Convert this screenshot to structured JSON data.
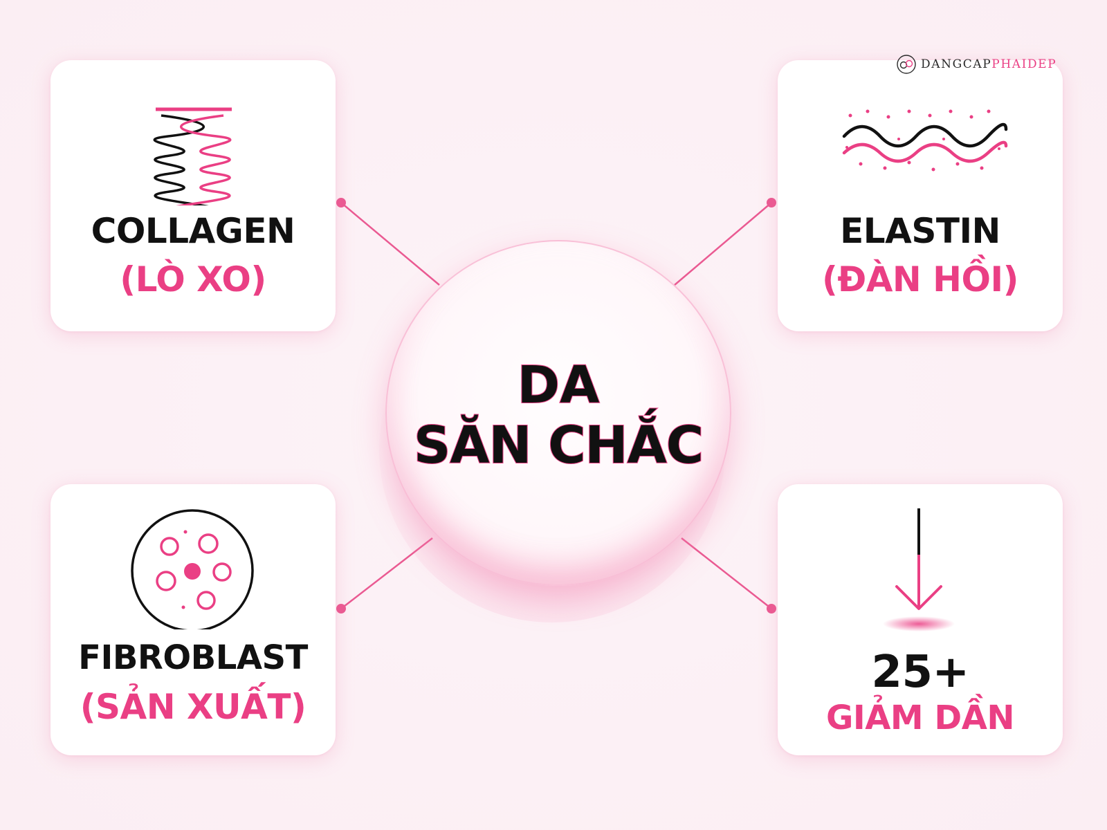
{
  "brand": {
    "logo_part1": "DANGCAP",
    "logo_part2": "PHAIDEP",
    "icon": "infinity-flower-logo-icon"
  },
  "center": {
    "line1": "DA",
    "line2": "SĂN CHẮC"
  },
  "cards": {
    "collagen": {
      "title": "COLLAGEN",
      "subtitle": "(LÒ XO)",
      "icon": "spring-coil-icon"
    },
    "elastin": {
      "title": "ELASTIN",
      "subtitle": "(ĐÀN HỒI)",
      "icon": "elastic-wave-icon"
    },
    "fibroblast": {
      "title": "FIBROBLAST",
      "subtitle": "(SẢN XUẤT)",
      "icon": "cell-circle-icon"
    },
    "age": {
      "title": "25+",
      "subtitle": "GIẢM DẦN",
      "icon": "down-arrow-icon"
    }
  },
  "colors": {
    "accent": "#ea3f84",
    "text": "#111111",
    "card": "#ffffff",
    "background": "#fcf0f5"
  }
}
